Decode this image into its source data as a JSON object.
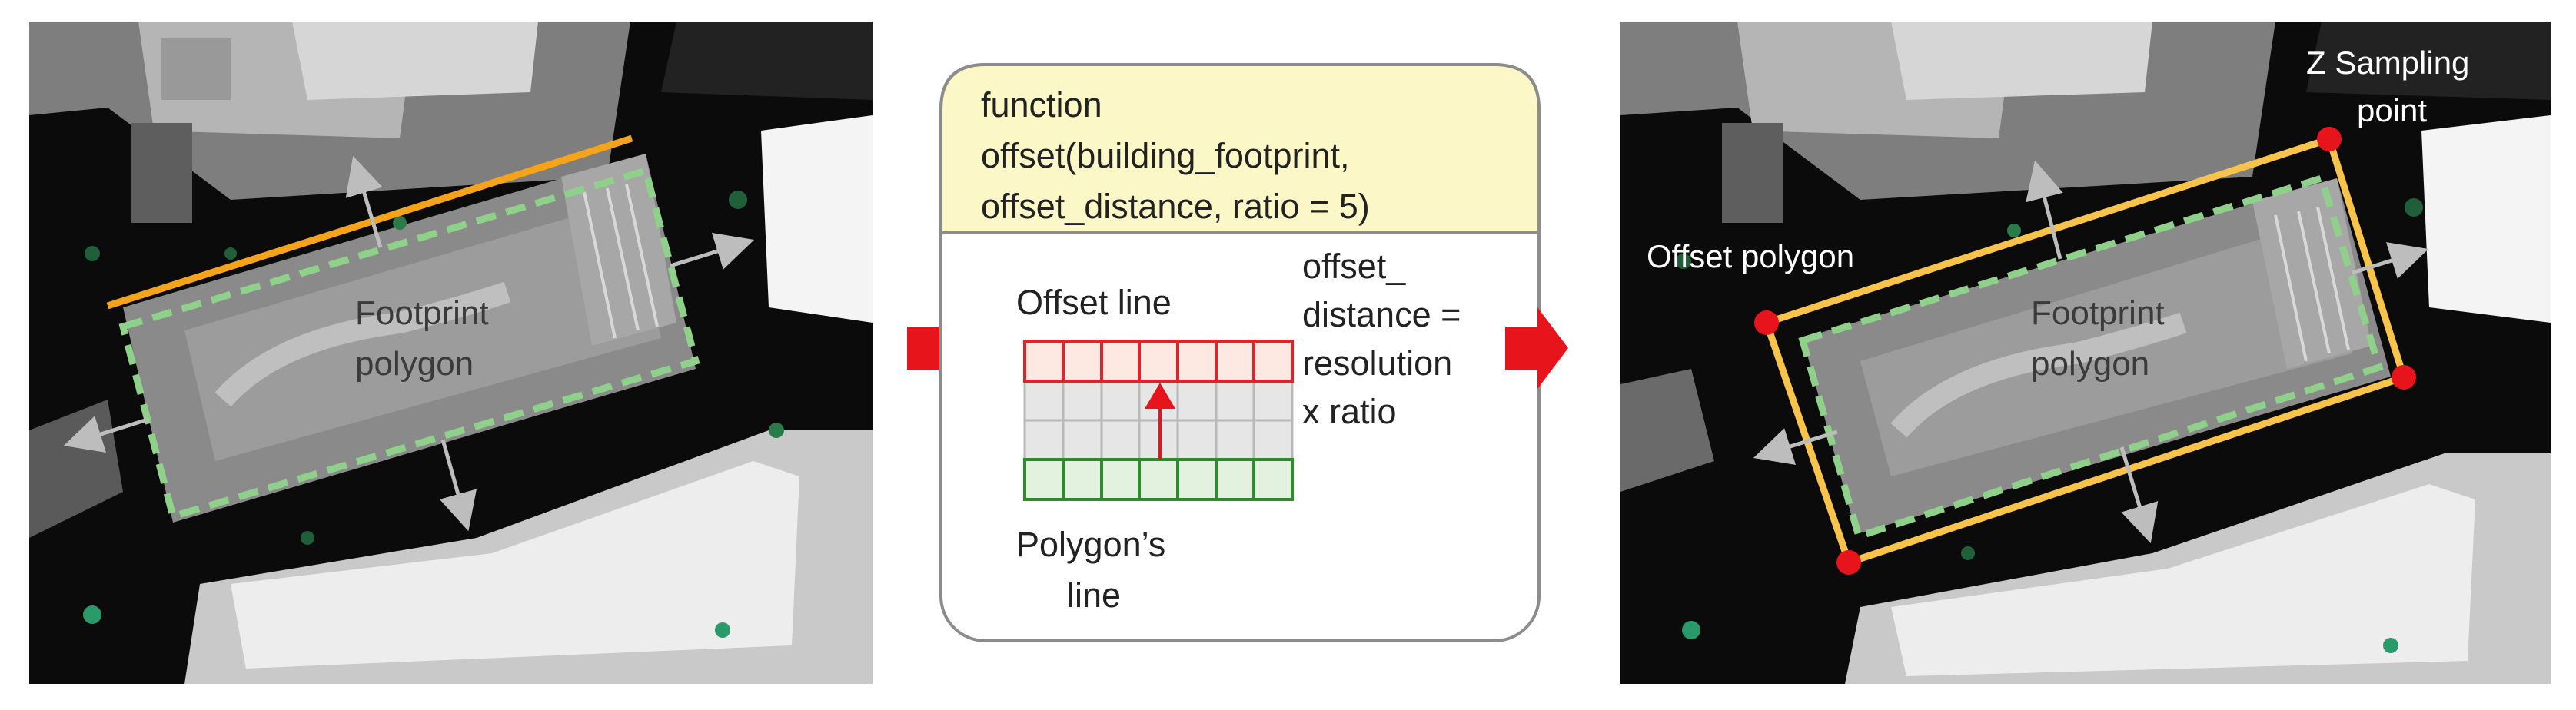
{
  "left_panel": {
    "footprint_label_line1": "Footprint",
    "footprint_label_line2": "polygon"
  },
  "middle_panel": {
    "function_line1": "function",
    "function_line2": "offset(building_footprint,",
    "function_line3": "offset_distance, ratio = 5)",
    "offset_line_label": "Offset line",
    "formula_line1": "offset_",
    "formula_line2": "distance =",
    "formula_line3": "resolution",
    "formula_line4": "x ratio",
    "polygon_line_label_line1": "Polygon’s",
    "polygon_line_label_line2": "line"
  },
  "right_panel": {
    "z_sampling_line1": "Z Sampling",
    "z_sampling_line2": "point",
    "offset_polygon_label": "Offset polygon",
    "footprint_label_line1": "Footprint",
    "footprint_label_line2": "polygon"
  },
  "colors": {
    "offset_line": "#f5a31a",
    "offset_polygon": "#f7c34a",
    "footprint_dash": "#8fd18a",
    "sampling_point": "#e8141c",
    "flow_arrow": "#e8141c",
    "function_box_fill": "#fcf7c7",
    "grid_offset_row_fill": "#fde9e1",
    "grid_offset_row_stroke": "#d8262b",
    "grid_polygon_row_fill": "#e3f1df",
    "grid_polygon_row_stroke": "#2e8b2e"
  }
}
